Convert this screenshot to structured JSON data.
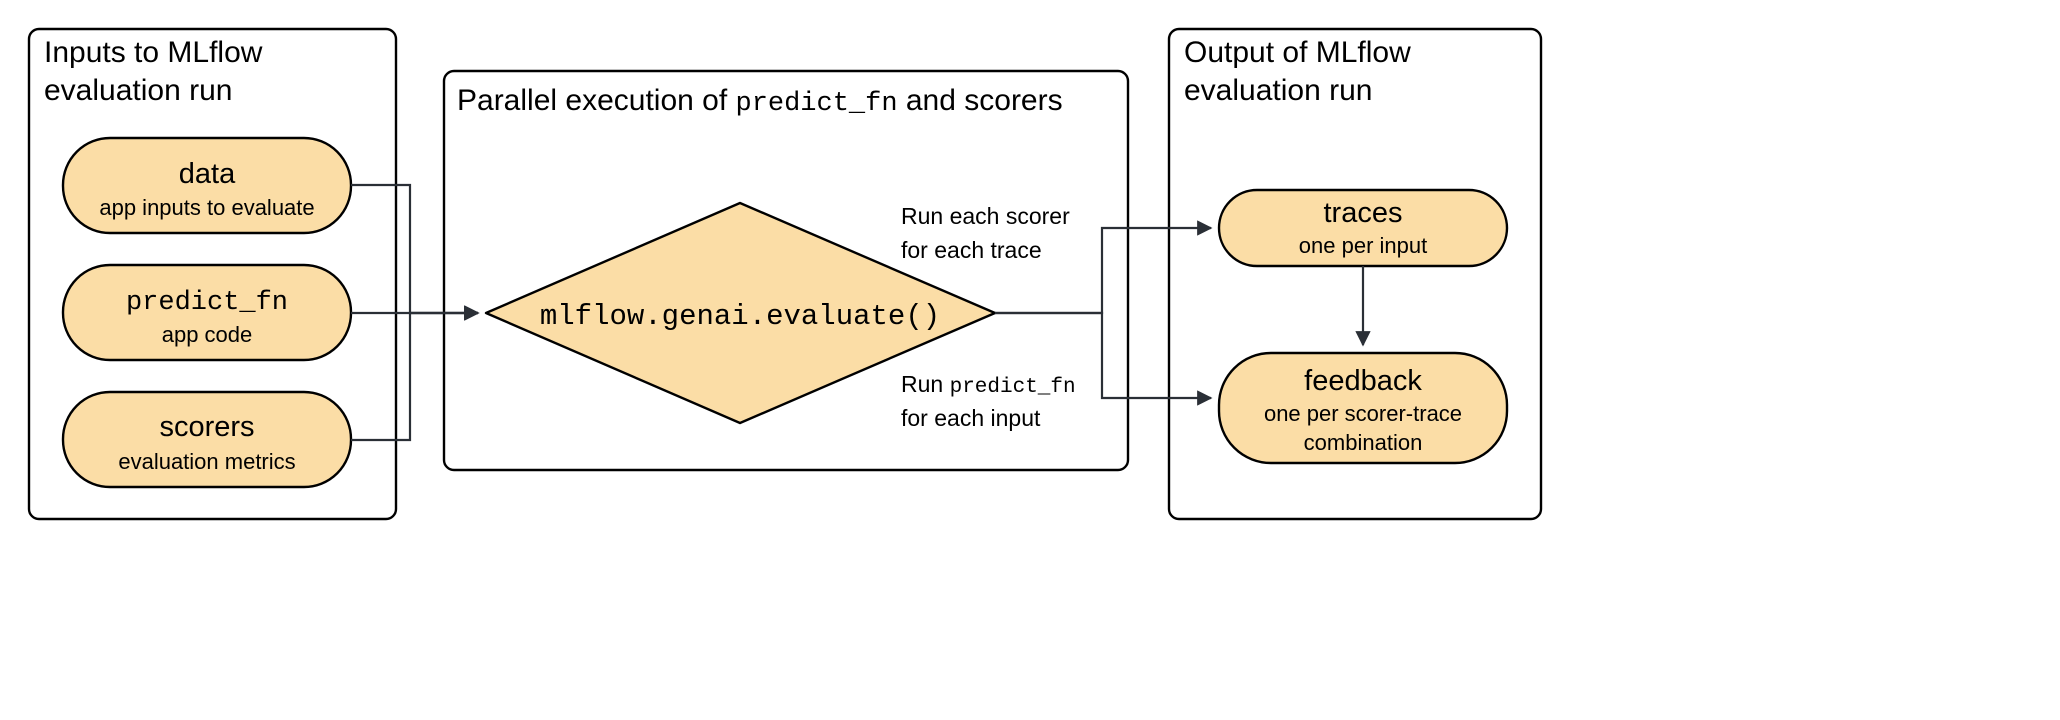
{
  "diagram": {
    "colors": {
      "node_fill": "#FBDDA6",
      "panel_fill": "#ffffff",
      "stroke": "#000000",
      "edge_stroke": "#2a2f36"
    },
    "panels": {
      "inputs": {
        "title_line1": "Inputs to MLflow",
        "title_line2": "evaluation run"
      },
      "parallel": {
        "title_part1": "Parallel execution of ",
        "title_mono": "predict_fn",
        "title_part2": " and scorers"
      },
      "output": {
        "title_line1": "Output of MLflow",
        "title_line2": "evaluation run"
      }
    },
    "input_nodes": [
      {
        "title": "data",
        "subtitle": "app inputs to evaluate",
        "mono": false
      },
      {
        "title": "predict_fn",
        "subtitle": "app code",
        "mono": true
      },
      {
        "title": "scorers",
        "subtitle": "evaluation metrics",
        "mono": false
      }
    ],
    "process_node": {
      "label": "mlflow.genai.evaluate()"
    },
    "output_nodes": [
      {
        "title": "traces",
        "subtitle_line1": "one per input",
        "subtitle_line2": ""
      },
      {
        "title": "feedback",
        "subtitle_line1": "one per scorer-trace",
        "subtitle_line2": "combination"
      }
    ],
    "edge_labels": {
      "top": {
        "line1": "Run each scorer",
        "line2": "for each trace"
      },
      "bottom": {
        "line1_pre": "Run ",
        "line1_mono": "predict_fn",
        "line2": "for each input"
      }
    }
  }
}
